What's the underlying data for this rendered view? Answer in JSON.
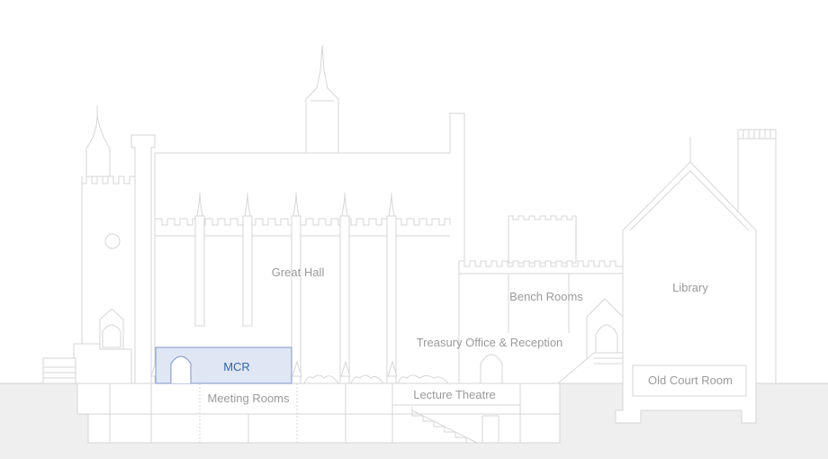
{
  "colors": {
    "background": "#ffffff",
    "ground": "#efefef",
    "outline": "#d6d6d6",
    "label": "#9a9a9a",
    "highlight_fill": "#dfe6f4",
    "highlight_stroke": "#7f97c6",
    "highlight_label": "#3566a6"
  },
  "highlighted_room": "mcr",
  "rooms": {
    "great_hall": "Great Hall",
    "mcr": "MCR",
    "meeting_rooms": "Meeting Rooms",
    "lecture_theatre": "Lecture Theatre",
    "treasury_office": "Treasury Office & Reception",
    "bench_rooms": "Bench Rooms",
    "library": "Library",
    "old_court_room": "Old Court Room"
  }
}
